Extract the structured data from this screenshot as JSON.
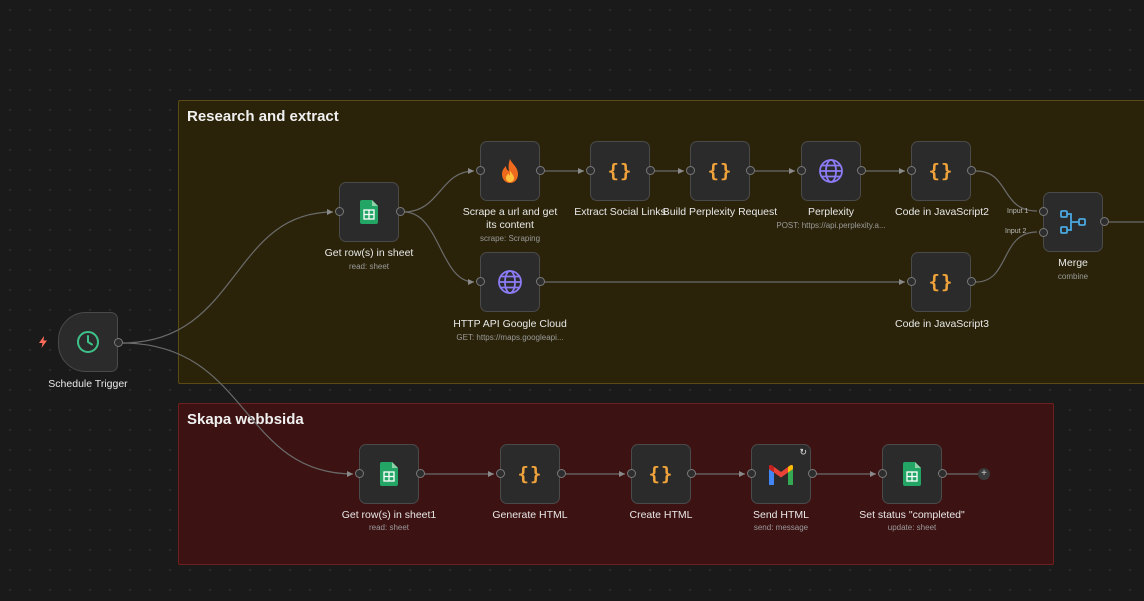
{
  "groups": {
    "research": {
      "title": "Research and extract",
      "color": "#2a2309"
    },
    "skapa": {
      "title": "Skapa webbsida",
      "color": "#3d1212"
    }
  },
  "nodes": {
    "schedule_trigger": {
      "label": "Schedule Trigger",
      "sub": "",
      "icon": "clock-icon"
    },
    "get_rows": {
      "label": "Get row(s) in sheet",
      "sub": "read: sheet",
      "icon": "google-sheets-icon"
    },
    "scrape": {
      "label": "Scrape a url and get its content",
      "sub": "scrape: Scraping",
      "icon": "fire-icon"
    },
    "extract_social": {
      "label": "Extract Social Links",
      "sub": "",
      "icon": "code-icon"
    },
    "build_perplexity": {
      "label": "Build Perplexity Request",
      "sub": "",
      "icon": "code-icon"
    },
    "perplexity": {
      "label": "Perplexity",
      "sub": "POST: https://api.perplexity.a...",
      "icon": "globe-icon"
    },
    "code_js2": {
      "label": "Code in JavaScript2",
      "sub": "",
      "icon": "code-icon"
    },
    "merge": {
      "label": "Merge",
      "sub": "combine",
      "icon": "merge-icon",
      "input1": "Input 1",
      "input2": "Input 2"
    },
    "http_google": {
      "label": "HTTP API Google Cloud",
      "sub": "GET: https://maps.googleapi...",
      "icon": "globe-icon"
    },
    "code_js3": {
      "label": "Code in JavaScript3",
      "sub": "",
      "icon": "code-icon"
    },
    "get_rows1": {
      "label": "Get row(s) in sheet1",
      "sub": "read: sheet",
      "icon": "google-sheets-icon"
    },
    "generate_html": {
      "label": "Generate HTML",
      "sub": "",
      "icon": "code-icon"
    },
    "create_html": {
      "label": "Create HTML",
      "sub": "",
      "icon": "code-icon"
    },
    "send_html": {
      "label": "Send HTML",
      "sub": "send: message",
      "icon": "gmail-icon"
    },
    "set_status": {
      "label": "Set status \"completed\"",
      "sub": "update: sheet",
      "icon": "google-sheets-icon"
    }
  },
  "code_glyph": "{}",
  "plus_glyph": "+",
  "colors": {
    "accent_code": "#f0a33a",
    "sheets": "#23a566",
    "globe": "#8b7cf6",
    "merge": "#4aa8e0",
    "clock": "#3ec28a",
    "trigger_bolt": "#ff6d5a"
  }
}
